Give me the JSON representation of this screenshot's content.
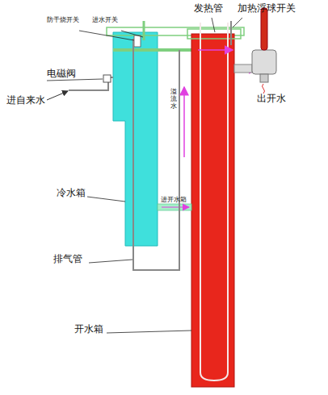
{
  "diagram": {
    "labels": [
      "防干烧开关",
      "进水开关",
      "发热管",
      "加热浮球开关",
      "电磁阀",
      "进自来水",
      "溢流水",
      "出开水",
      "进开水箱",
      "冷水箱",
      "排气管",
      "开水箱"
    ]
  }
}
